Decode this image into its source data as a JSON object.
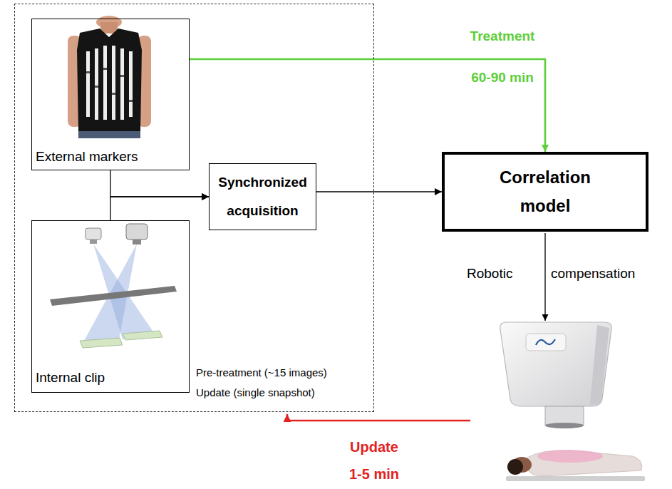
{
  "diagram": {
    "nodes": [
      {
        "text": [
          "Pre-treatment (~15 images)",
          "Update (single snapshot)"
        ]
      },
      {
        "text": [
          "External markers"
        ],
        "in": 0
      },
      {
        "text": [
          "Synchronized acquisition"
        ],
        "in": 0
      },
      {
        "text": [
          "Internal clip"
        ],
        "in": 0
      },
      {
        "text": [
          "Correlation model"
        ]
      }
    ],
    "edges": [
      {
        "from": 1,
        "to": 4,
        "arrow": "to",
        "label": "Treatment 60-90 min"
      },
      {
        "from": 1,
        "to": 2,
        "arrow": "to"
      },
      {
        "from": 3,
        "to": 2,
        "arrow": "to"
      },
      {
        "from": 2,
        "to": 4,
        "arrow": "to"
      }
    ],
    "labels": [
      "Robotic",
      "compensation",
      "Update",
      "1-5 min"
    ]
  }
}
